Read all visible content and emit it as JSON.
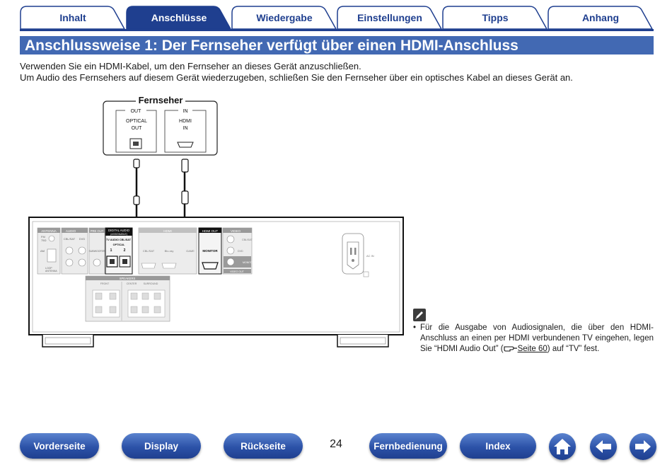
{
  "tabs": [
    {
      "label": "Inhalt",
      "active": false
    },
    {
      "label": "Anschlüsse",
      "active": true
    },
    {
      "label": "Wiedergabe",
      "active": false
    },
    {
      "label": "Einstellungen",
      "active": false
    },
    {
      "label": "Tipps",
      "active": false
    },
    {
      "label": "Anhang",
      "active": false
    }
  ],
  "title": "Anschlussweise 1: Der Fernseher verfügt über einen HDMI-Anschluss",
  "intro": {
    "line1": "Verwenden Sie ein HDMI-Kabel, um den Fernseher an dieses Gerät anzuschließen.",
    "line2": "Um Audio des Fernsehers auf diesem Gerät wiederzugeben, schließen Sie den Fernseher über ein optisches Kabel an dieses Gerät an."
  },
  "diagram": {
    "tv_label": "Fernseher",
    "tv_out": "OUT",
    "tv_optical_1": "OPTICAL",
    "tv_optical_2": "OUT",
    "tv_in": "IN",
    "tv_hdmi_1": "HDMI",
    "tv_hdmi_2": "IN",
    "panel": {
      "antenna": "ANTENNA",
      "antenna_fm": "FM",
      "antenna_75": "75Ω",
      "antenna_am": "AM",
      "antenna_loop_1": "LOOP",
      "antenna_loop_2": "ANTENNA",
      "audio": "AUDIO",
      "audio_cbl": "CBL/SAT",
      "audio_dvd": "DVD",
      "pre_out": "PRE OUT",
      "subwoofer": "SUBWOOFER",
      "digital_audio": "DIGITAL AUDIO",
      "assignable": "(ASSIGNABLE)",
      "tv_audio": "TV AUDIO",
      "cbl_sat": "CBL/SAT",
      "optical": "OPTICAL",
      "opt_1": "1",
      "opt_2": "2",
      "hdmi": "HDMI",
      "hdmi_cbl": "CBL/SAT",
      "hdmi_bluray": "Blu-ray",
      "hdmi_game": "GAME",
      "hdmi_out": "HDMI OUT",
      "monitor": "MONITOR",
      "video": "VIDEO",
      "video_cbl": "CBL/SAT",
      "video_dvd": "DVD",
      "video_monitor": "MONITOR",
      "video_out": "VIDEO OUT",
      "speakers": "SPEAKERS",
      "front": "FRONT",
      "center": "CENTER",
      "surround": "SURROUND",
      "ac_in": "AC IN"
    }
  },
  "note": {
    "bullet": "•",
    "text_before": "Für die Ausgabe von Audiosignalen, die über den HDMI-Anschluss an einen per HDMI verbundenen TV eingehen, legen Sie “HDMI Audio Out” (",
    "link": "Seite 60",
    "text_after": ") auf “TV” fest."
  },
  "page_number": "24",
  "nav": {
    "front": "Vorderseite",
    "display": "Display",
    "rear": "Rückseite",
    "remote": "Fernbedienung",
    "index": "Index"
  },
  "colors": {
    "accent": "#1f3f8f",
    "title_bg": "#4269b3"
  }
}
